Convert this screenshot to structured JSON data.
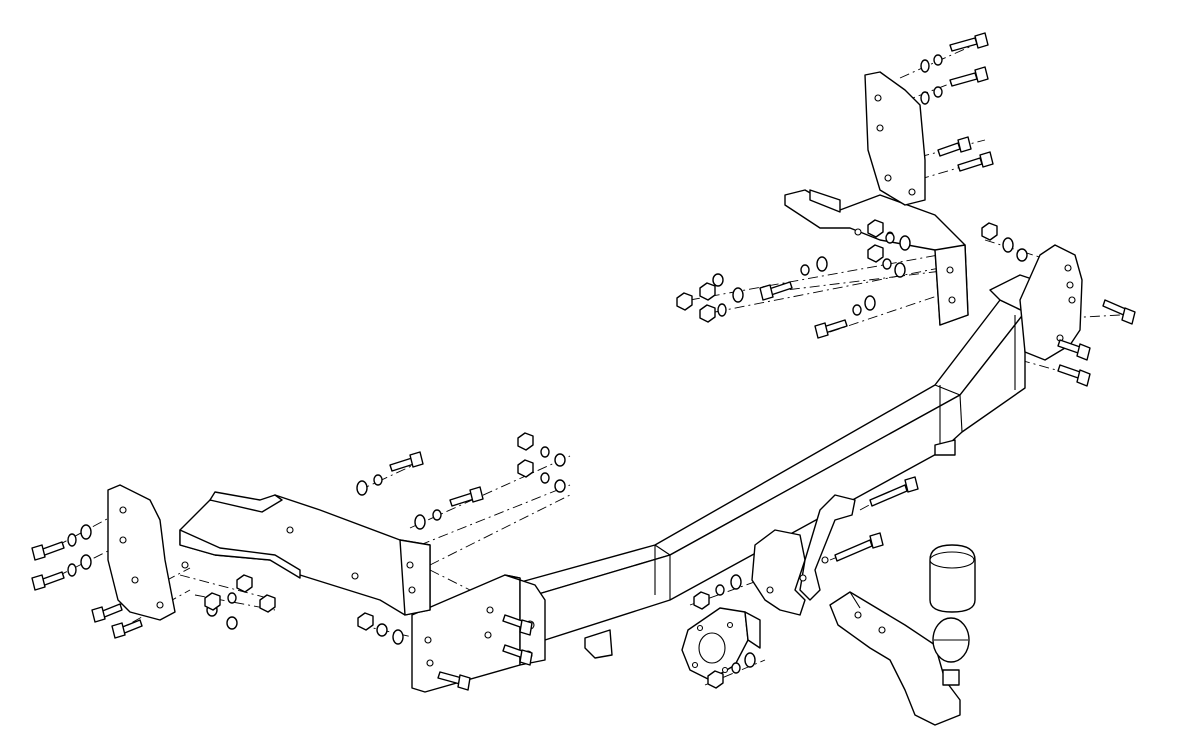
{
  "diagram": {
    "type": "exploded-assembly",
    "subject": "tow bar",
    "colors": {
      "line": "#000000",
      "background": "#ffffff"
    },
    "parts": [
      "main-crossbar",
      "left-side-bracket",
      "right-side-bracket",
      "left-mount-plate",
      "right-mount-plate",
      "upper-right-plate",
      "far-right-plate",
      "tow-ball-neck",
      "tow-ball",
      "ball-cap",
      "socket-plate",
      "bolts",
      "nuts",
      "washers"
    ]
  }
}
